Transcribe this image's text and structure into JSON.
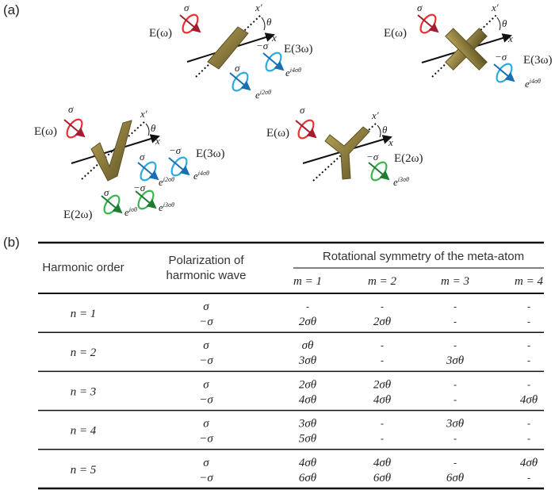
{
  "figure": {
    "panel_a_label": "(a)",
    "panel_b_label": "(b)",
    "axis_labels": {
      "x": "x",
      "x_prime": "x′",
      "theta": "θ"
    },
    "panels": [
      {
        "shape": "bar",
        "incident": {
          "field": "E(ω)",
          "pol": "σ"
        },
        "waves": [
          {
            "pol": "−σ",
            "field": "E(3ω)",
            "phase_base": "e",
            "phase_exp": "i4σθ"
          },
          {
            "pol": "σ",
            "phase_base": "e",
            "phase_exp": "i2σθ"
          }
        ]
      },
      {
        "shape": "cross",
        "incident": {
          "field": "E(ω)",
          "pol": "σ"
        },
        "waves": [
          {
            "pol": "−σ",
            "field": "E(3ω)",
            "phase_base": "e",
            "phase_exp": "i4σθ"
          }
        ]
      },
      {
        "shape": "L",
        "incident": {
          "field": "E(ω)",
          "pol": "σ"
        },
        "waves": [
          {
            "pol": "σ",
            "phase_base": "e",
            "phase_exp": "i2σθ"
          },
          {
            "pol": "−σ",
            "field": "E(3ω)",
            "phase_base": "e",
            "phase_exp": "i4σθ"
          },
          {
            "pol": "σ",
            "field": "E(2ω)",
            "phase_base": "e",
            "phase_exp": "iσθ"
          },
          {
            "pol": "−σ",
            "phase_base": "e",
            "phase_exp": "i3σθ"
          }
        ]
      },
      {
        "shape": "Y",
        "incident": {
          "field": "E(ω)",
          "pol": "σ"
        },
        "waves": [
          {
            "pol": "−σ",
            "field": "E(2ω)",
            "phase_base": "e",
            "phase_exp": "i3σθ"
          }
        ]
      }
    ],
    "colors": {
      "fundamental": "#e8312f",
      "third": "#29abe2",
      "second": "#39b54a",
      "metal": "#8a7a3c"
    }
  },
  "table": {
    "headers": {
      "harmonic_order": "Harmonic order",
      "polarization_line1": "Polarization of",
      "polarization_line2": "harmonic wave",
      "rotational": "Rotational symmetry of the meta-atom",
      "m": [
        "m = 1",
        "m = 2",
        "m = 3",
        "m = 4"
      ]
    },
    "groups": [
      {
        "n": "n = 1",
        "rows": [
          {
            "pol": "σ",
            "vals": [
              "-",
              "-",
              "-",
              "-"
            ]
          },
          {
            "pol": "−σ",
            "vals": [
              "2σθ",
              "2σθ",
              "-",
              "-"
            ]
          }
        ]
      },
      {
        "n": "n = 2",
        "rows": [
          {
            "pol": "σ",
            "vals": [
              "σθ",
              "-",
              "-",
              "-"
            ]
          },
          {
            "pol": "−σ",
            "vals": [
              "3σθ",
              "-",
              "3σθ",
              "-"
            ]
          }
        ]
      },
      {
        "n": "n = 3",
        "rows": [
          {
            "pol": "σ",
            "vals": [
              "2σθ",
              "2σθ",
              "-",
              "-"
            ]
          },
          {
            "pol": "−σ",
            "vals": [
              "4σθ",
              "4σθ",
              "-",
              "4σθ"
            ]
          }
        ]
      },
      {
        "n": "n = 4",
        "rows": [
          {
            "pol": "σ",
            "vals": [
              "3σθ",
              "-",
              "3σθ",
              "-"
            ]
          },
          {
            "pol": "−σ",
            "vals": [
              "5σθ",
              "-",
              "-",
              "-"
            ]
          }
        ]
      },
      {
        "n": "n = 5",
        "rows": [
          {
            "pol": "σ",
            "vals": [
              "4σθ",
              "4σθ",
              "-",
              "4σθ"
            ]
          },
          {
            "pol": "−σ",
            "vals": [
              "6σθ",
              "6σθ",
              "6σθ",
              "-"
            ]
          }
        ]
      }
    ]
  }
}
